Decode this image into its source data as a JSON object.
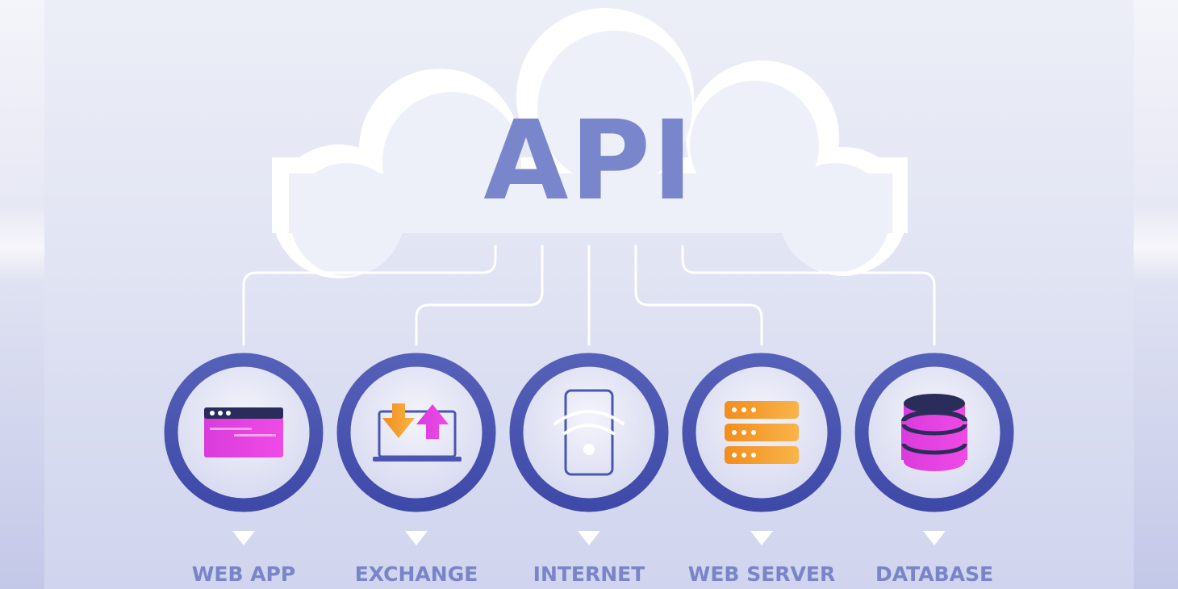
{
  "cloud": {
    "title": "API"
  },
  "nodes": [
    {
      "id": "web-app",
      "label": "WEB APP",
      "icon": "browser-window-icon"
    },
    {
      "id": "exchange",
      "label": "EXCHANGE",
      "icon": "laptop-exchange-icon"
    },
    {
      "id": "internet",
      "label": "INTERNET",
      "icon": "wifi-phone-icon"
    },
    {
      "id": "web-server",
      "label": "WEB SERVER",
      "icon": "server-rack-icon"
    },
    {
      "id": "database",
      "label": "DATABASE",
      "icon": "database-icon"
    }
  ],
  "colors": {
    "ring": "#4b56b2",
    "title": "#7a86cb",
    "label": "#7a84c8",
    "magenta": "#e844e4",
    "orange": "#f7a126",
    "navy": "#2a2d5a",
    "connector": "#ffffff"
  }
}
